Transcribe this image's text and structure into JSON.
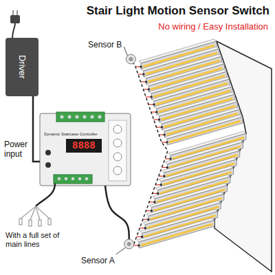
{
  "diagram": {
    "title": "Stair Light Motion Sensor Switch",
    "nodes": [
      {
        "text": [
          "Driver"
        ]
      },
      {
        "text": [
          "Sensor B"
        ]
      },
      {
        "text": [
          "Dynamic Staircase Controller"
        ]
      },
      {
        "text": [
          "Sensor A"
        ]
      }
    ],
    "edges": [
      {
        "from": 0,
        "to": 2,
        "arrow": "none"
      },
      {
        "from": 2,
        "to": 3,
        "arrow": "none"
      },
      {
        "from": 3,
        "to": 1,
        "arrow": "none"
      }
    ],
    "labels": [
      "No wiring / Easy Installation",
      "Power input",
      "8888",
      "With a full set of main lines"
    ]
  }
}
